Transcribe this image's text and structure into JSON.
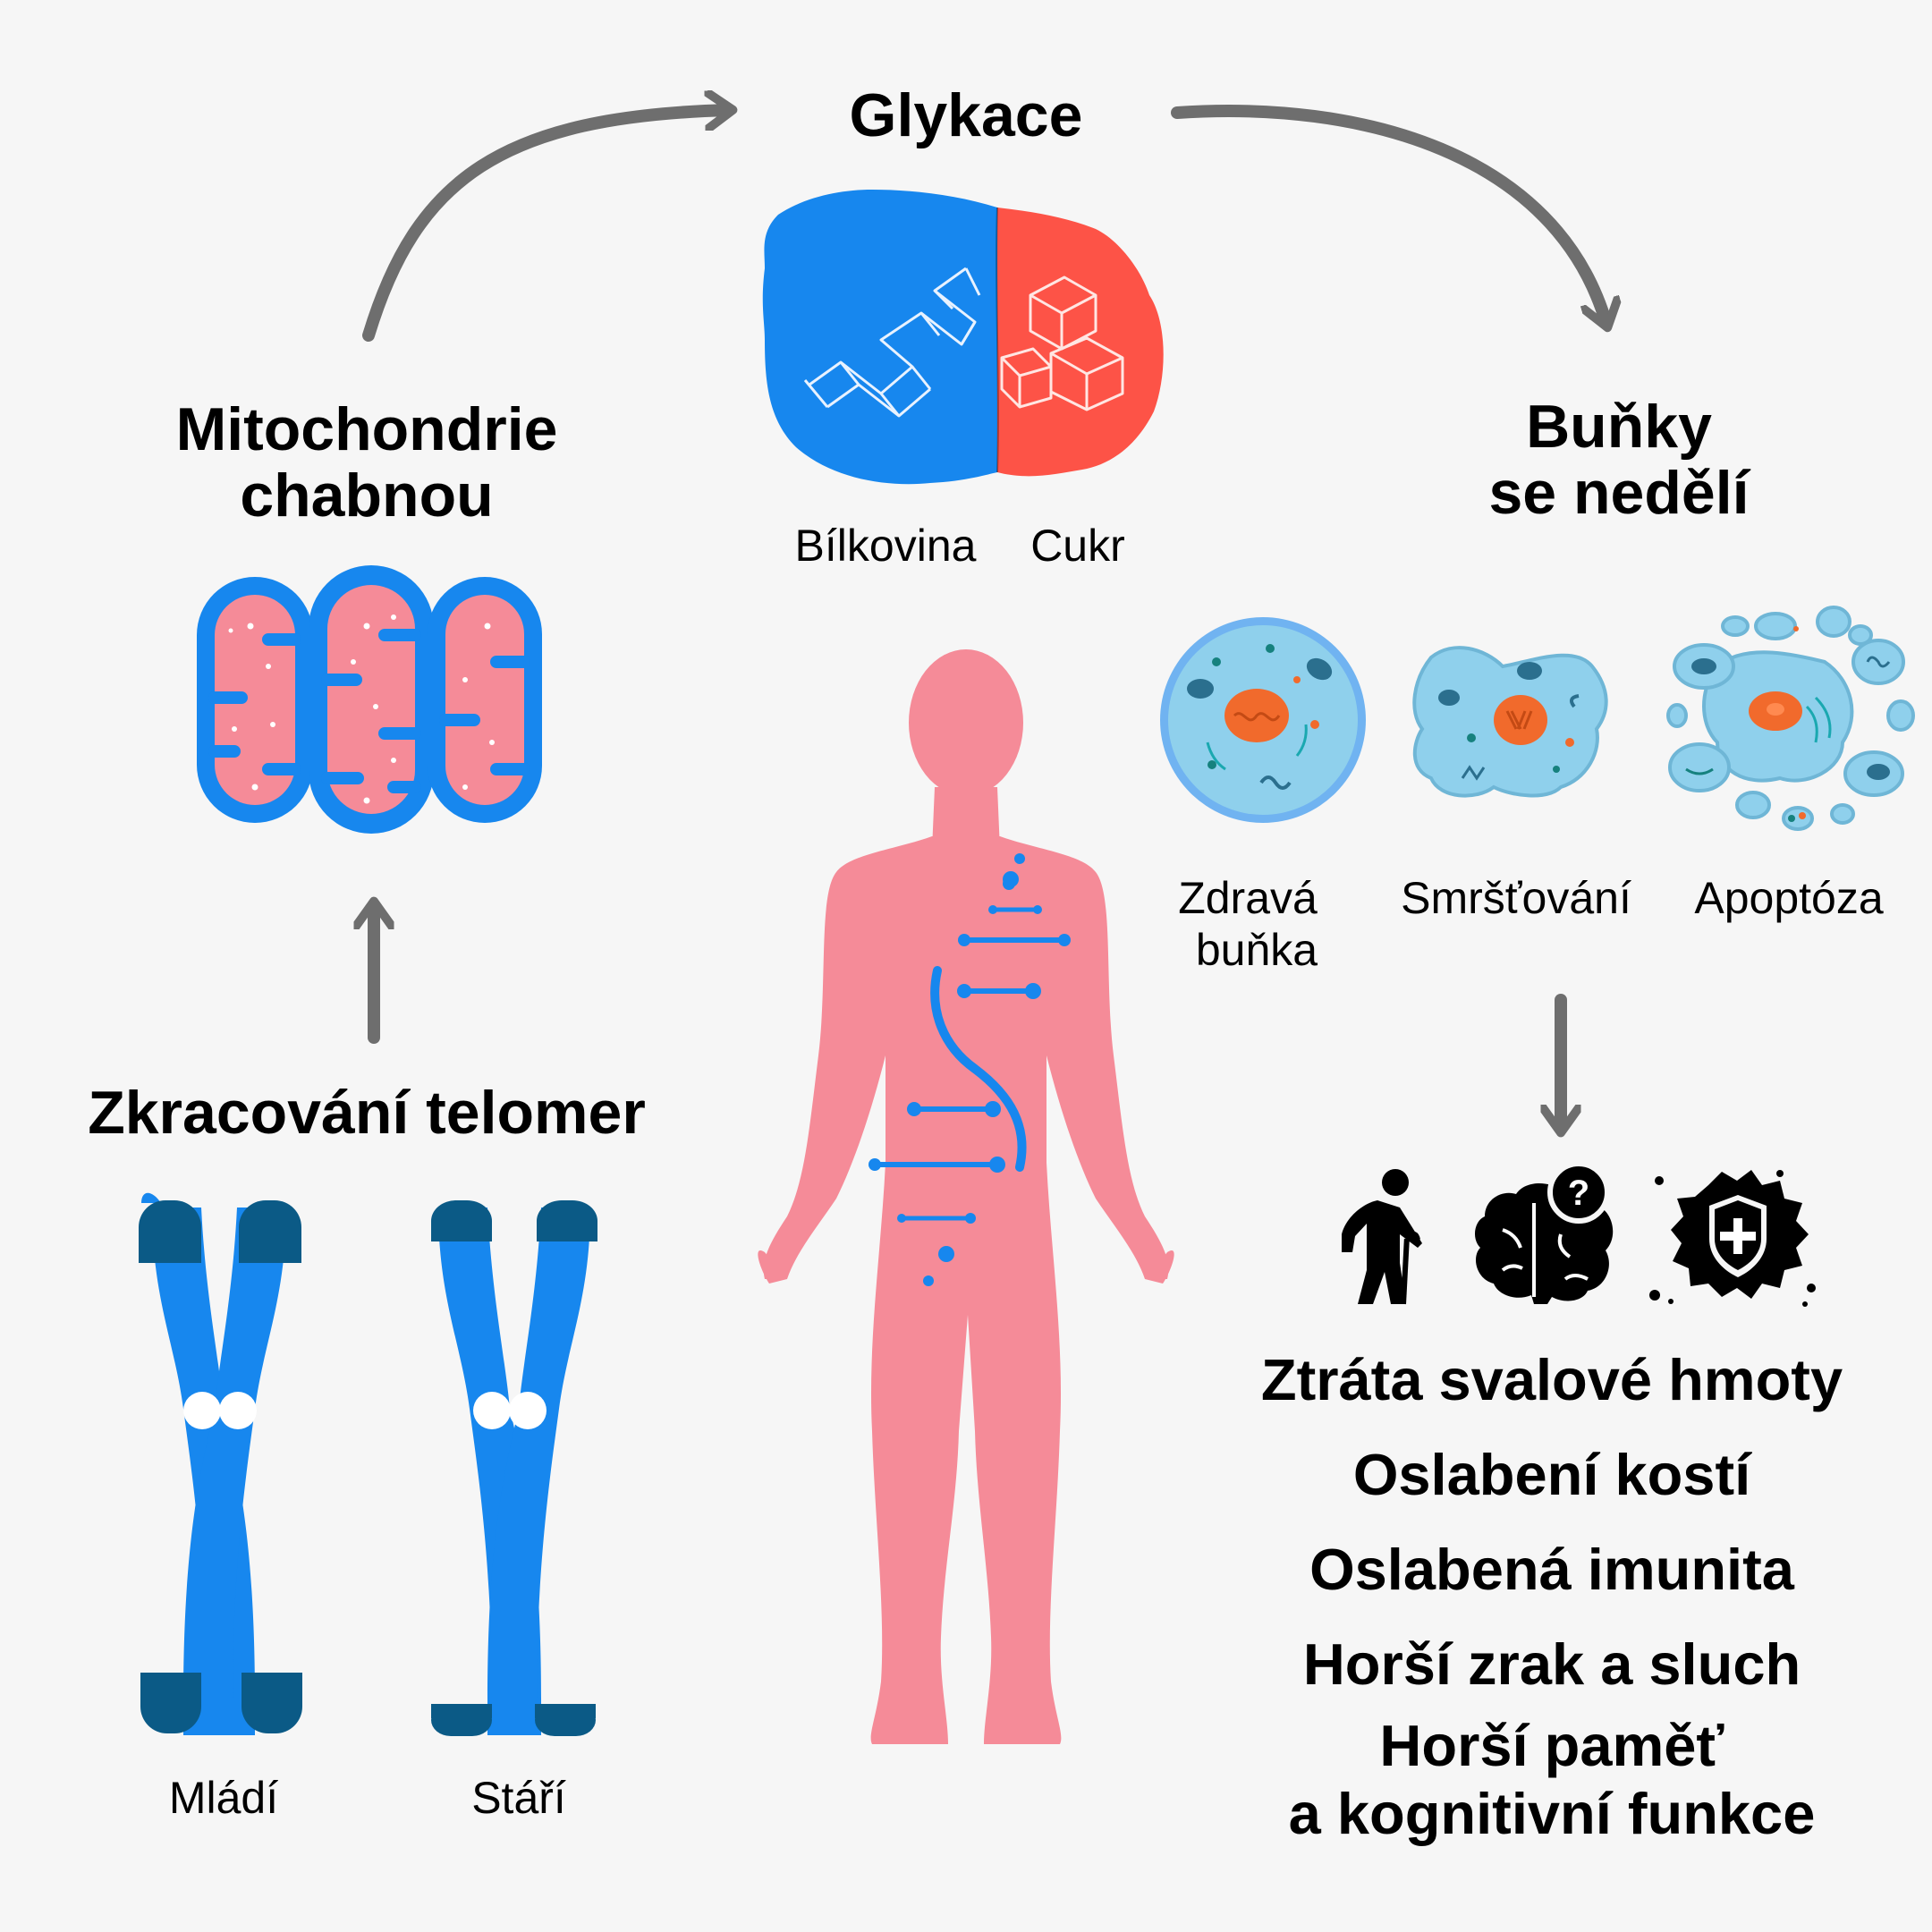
{
  "glycation": {
    "title": "Glykace",
    "protein_label": "Bílkovina",
    "sugar_label": "Cukr"
  },
  "mitochondria": {
    "title_line1": "Mitochondrie",
    "title_line2": "chabnou"
  },
  "telomeres": {
    "title": "Zkracování telomer",
    "young_label": "Mládí",
    "old_label": "Stáří"
  },
  "cells": {
    "title_line1": "Buňky",
    "title_line2": "se nedělí",
    "healthy_line1": "Zdravá",
    "healthy_line2": "buňka",
    "shrinking": "Smršťování",
    "apoptosis": "Apoptóza"
  },
  "effects": [
    "Ztráta svalové hmoty",
    "Oslabení kostí",
    "Oslabená imunita",
    "Horší zrak a sluch",
    "Horší paměť",
    "a kognitivní funkce"
  ],
  "icons": [
    "elderly-person-icon",
    "brain-question-icon",
    "immunity-shield-icon"
  ],
  "colors": {
    "blue": "#1787ee",
    "dark_blue": "#0b5a86",
    "pink": "#f58b98",
    "red": "#fd5347",
    "arrow": "#6e6e6e",
    "cell": "#8fd0ec",
    "nucleus": "#f16a2c"
  }
}
